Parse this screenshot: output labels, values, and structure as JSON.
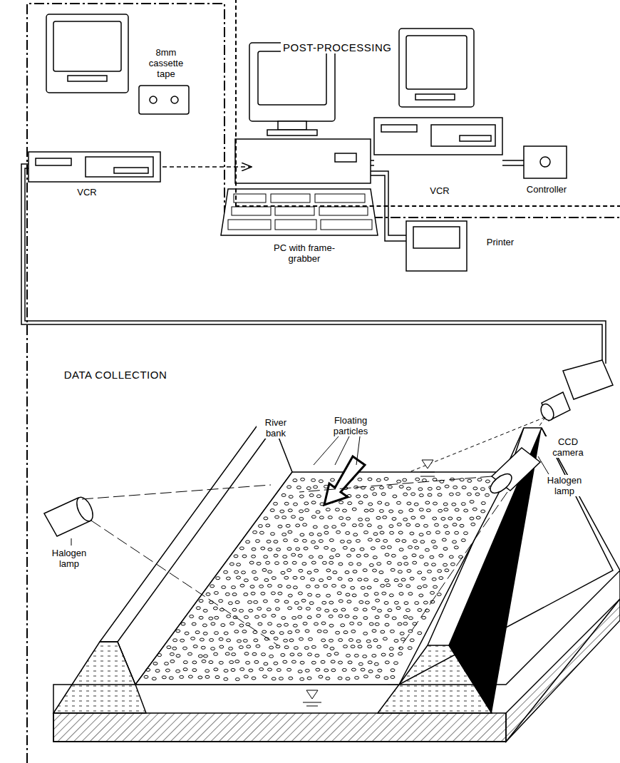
{
  "diagram": {
    "nodes": [
      {
        "text": [
          "POST-PROCESSING"
        ]
      }
    ],
    "labels": [
      "8mm cassette tape",
      "VCR",
      "PC with frame-grabber",
      "Controller",
      "VCR",
      "Printer",
      "DATA COLLECTION",
      "CCD camera",
      "River bank",
      "Floating particles",
      "Halogen lamp",
      "Halogen lamp"
    ]
  }
}
